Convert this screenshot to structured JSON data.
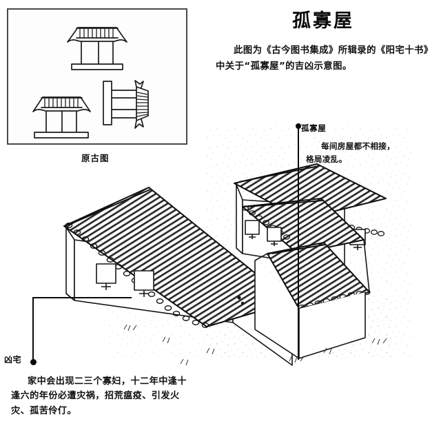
{
  "document": {
    "kind": "fengshui-illustration",
    "background_color": "#ffffff",
    "ink_color": "#111111"
  },
  "header": {
    "title": "孤寡屋",
    "intro": "此图为《古今图书集成》所辑录的《阳宅十书》中关于“孤寡屋”的吉凶示意图。"
  },
  "inset": {
    "caption": "原古图",
    "border_color": "#4a4a4a",
    "figures": [
      {
        "name": "pavilion-top",
        "label": ""
      },
      {
        "name": "pavilion-bottom-left",
        "label": ""
      },
      {
        "name": "pavilion-right-side",
        "label": ""
      }
    ]
  },
  "annotations": [
    {
      "id": "guagua-wu",
      "label": "孤寡屋",
      "body": "每间房屋都不相接，格局凌乱。",
      "marker": "bullet-dot",
      "leader": "vertical-line-down"
    },
    {
      "id": "xiong-zhai",
      "label": "凶宅",
      "body": "家中会出现二三个寡妇，十二年中逢十逢六的年份必遭灾祸，招荒瘟疫、引发火灾、孤苦伶仃。",
      "marker": "bullet-dot",
      "leader": "elbow-line-up-right"
    }
  ],
  "illustration": {
    "description": "三栋互不相接的瓦顶房屋，格局凌乱",
    "houses": [
      {
        "name": "house-rear-center",
        "roof": "tiled",
        "windows": 2
      },
      {
        "name": "house-front-left",
        "roof": "tiled",
        "windows": 2
      },
      {
        "name": "house-right",
        "roof": "tiled",
        "windows": 2
      }
    ],
    "style": "hand-drawn ink sketch with speckled texture"
  }
}
